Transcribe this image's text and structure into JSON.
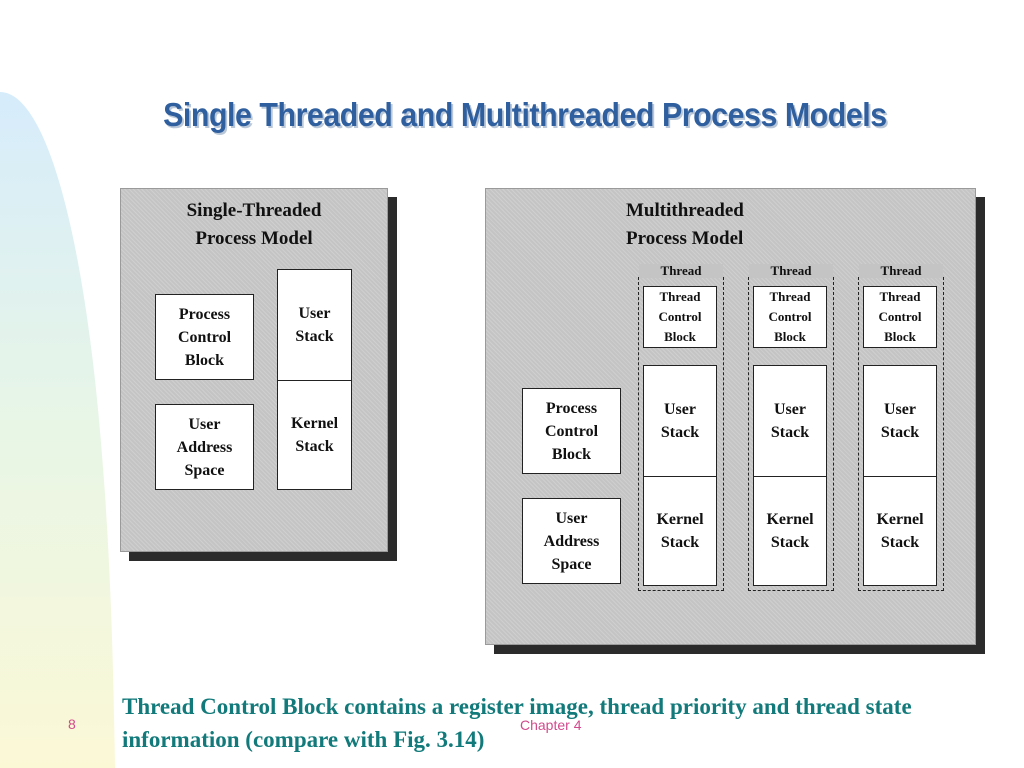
{
  "slide": {
    "title": "Single Threaded and Multithreaded Process Models",
    "caption": "Thread Control Block contains a register image, thread priority and thread state information (compare with Fig. 3.14)",
    "page_number": "8",
    "footer": "Chapter 4"
  },
  "single": {
    "title": "Single-Threaded\nProcess Model",
    "pcb": "Process\nControl\nBlock",
    "uas": "User\nAddress\nSpace",
    "user_stack": "User\nStack",
    "kernel_stack": "Kernel\nStack"
  },
  "multi": {
    "title": "Multithreaded\nProcess Model",
    "pcb": "Process\nControl\nBlock",
    "uas": "User\nAddress\nSpace",
    "threads": [
      {
        "label": "Thread",
        "tcb": "Thread\nControl\nBlock",
        "user_stack": "User\nStack",
        "kernel_stack": "Kernel\nStack"
      },
      {
        "label": "Thread",
        "tcb": "Thread\nControl\nBlock",
        "user_stack": "User\nStack",
        "kernel_stack": "Kernel\nStack"
      },
      {
        "label": "Thread",
        "tcb": "Thread\nControl\nBlock",
        "user_stack": "User\nStack",
        "kernel_stack": "Kernel\nStack"
      }
    ]
  },
  "colors": {
    "title": "#2f5f9e",
    "caption": "#127a7a",
    "footer": "#d24a8c",
    "panel": "#c4c4c4"
  }
}
